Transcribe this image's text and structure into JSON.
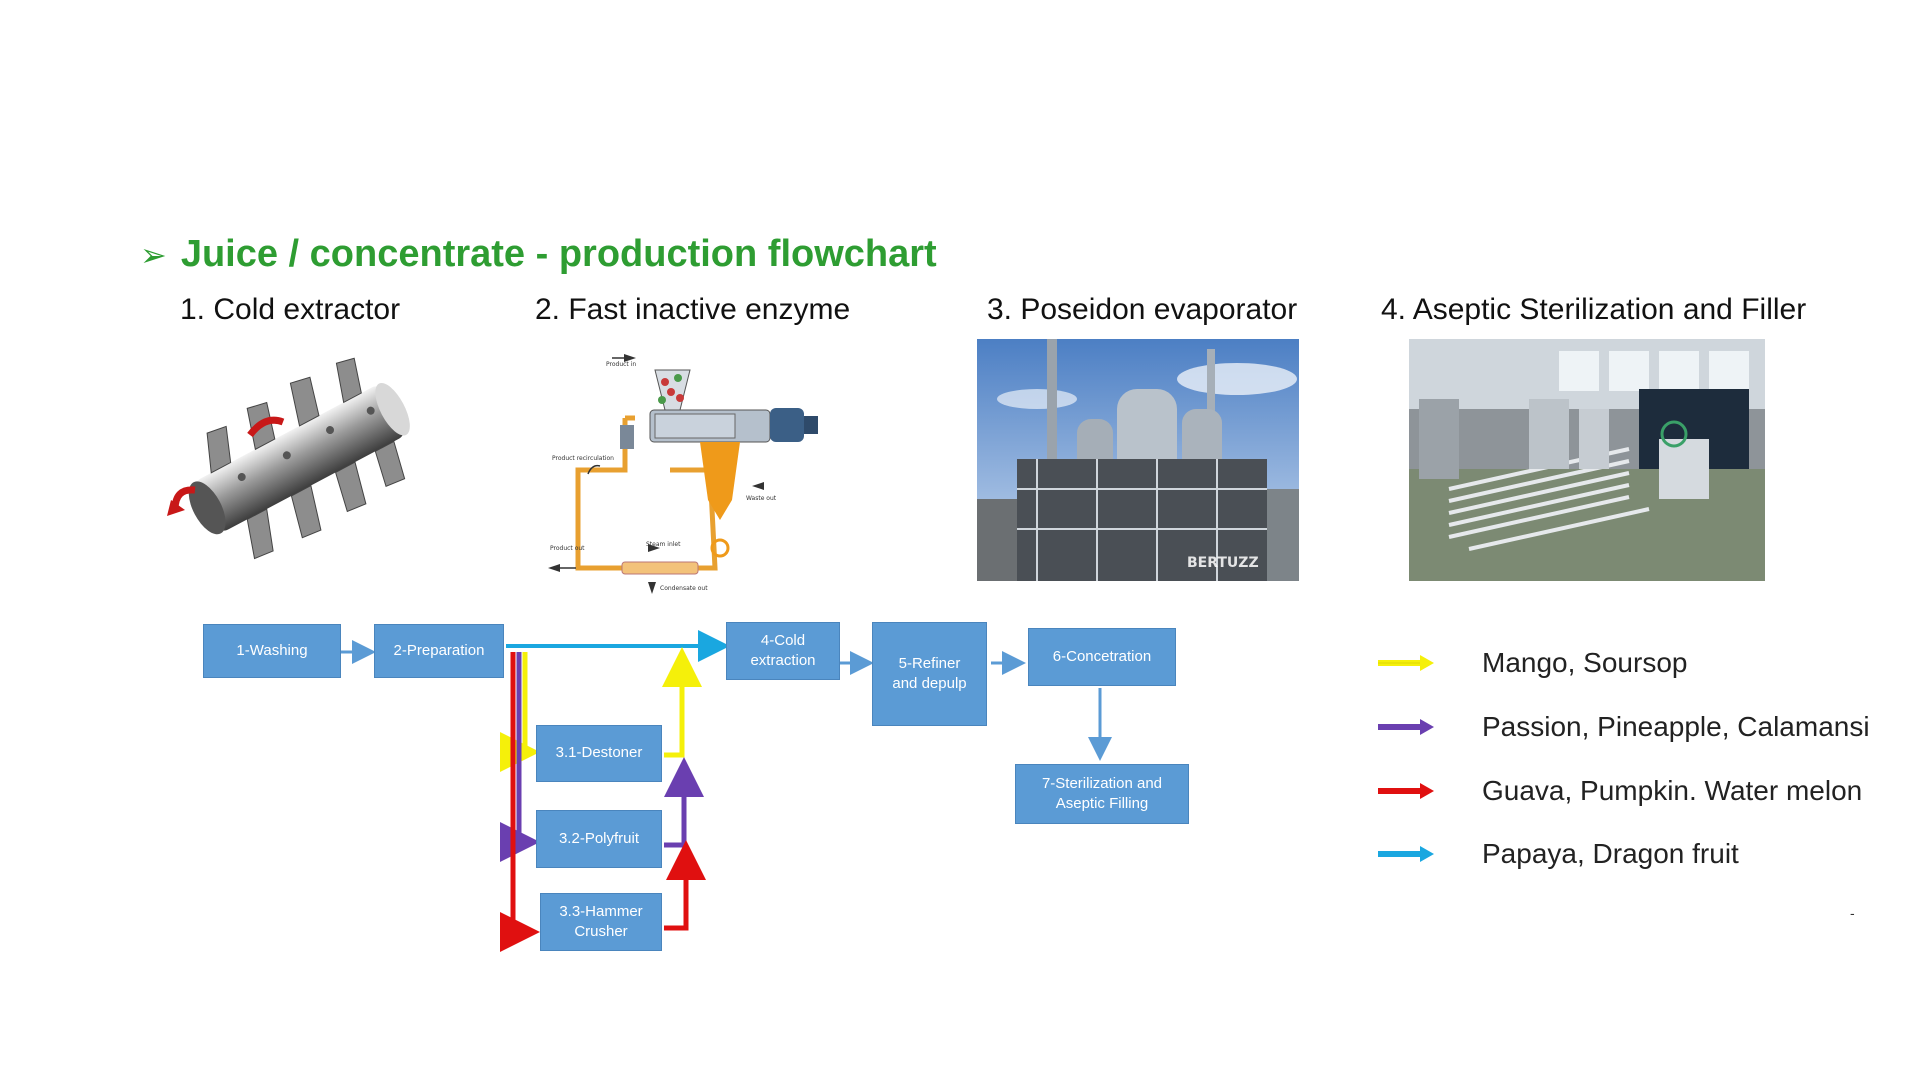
{
  "header": {
    "title": "Juice / concentrate - production flowchart"
  },
  "stages": [
    {
      "label": "1. Cold extractor"
    },
    {
      "label": "2. Fast inactive enzyme"
    },
    {
      "label": "3. Poseidon evaporator"
    },
    {
      "label": "4. Aseptic Sterilization and Filler"
    }
  ],
  "enzyme_diagram": {
    "labels": {
      "product_in": "Product in",
      "product_recirculation": "Product recirculation",
      "waste_out": "Waste out",
      "product_out": "Product out",
      "steam_inlet": "Steam inlet",
      "condensate_out": "Condensate out"
    }
  },
  "evaporator_photo": {
    "watermark": "BERTUZZ"
  },
  "flow": {
    "washing": "1-Washing",
    "preparation": "2-Preparation",
    "destoner": "3.1-Destoner",
    "polyfruit": "3.2-Polyfruit",
    "hammer_line1": "3.3-Hammer",
    "hammer_line2": "Crusher",
    "cold_line1": "4-Cold",
    "cold_line2": "extraction",
    "refiner_line1": "5-Refiner",
    "refiner_line2": "and depulp",
    "concentration": "6-Concetration",
    "sterilization_line1": "7-Sterilization and",
    "sterilization_line2": "Aseptic Filling"
  },
  "colors": {
    "yellow_path": "#f5f00a",
    "purple_path": "#6a3fb0",
    "red_path": "#e01010",
    "blue_path": "#1aa7e0",
    "box_fill": "#5b9bd5",
    "title_green": "#2e9d32"
  },
  "legend": [
    {
      "color": "#f5f00a",
      "label": "Mango, Soursop"
    },
    {
      "color": "#6a3fb0",
      "label": "Passion, Pineapple, Calamansi"
    },
    {
      "color": "#e01010",
      "label": "Guava, Pumpkin. Water melon"
    },
    {
      "color": "#1aa7e0",
      "label": "Papaya, Dragon fruit"
    }
  ],
  "footer_mark": "-"
}
